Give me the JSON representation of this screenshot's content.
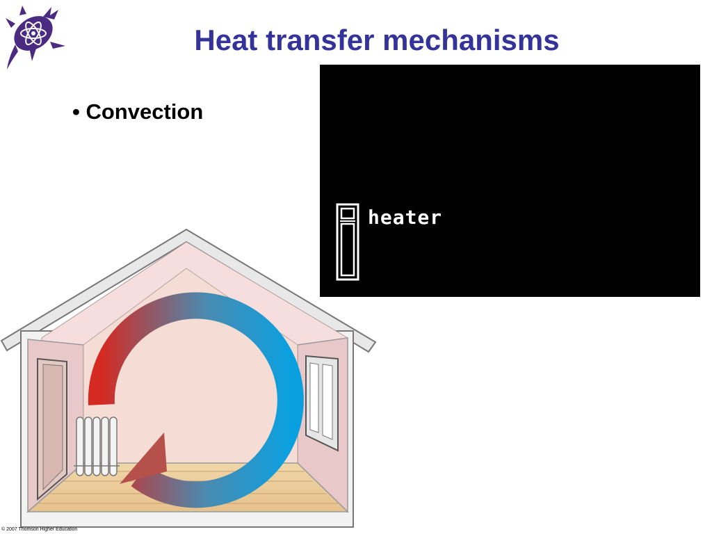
{
  "slide": {
    "title": "Heat transfer mechanisms",
    "bullet": "• Convection",
    "copyright": "© 2007 Thomson Higher Education"
  },
  "video": {
    "label": "heater",
    "icon": "heater-icon",
    "background": "#000000"
  },
  "illustration": {
    "icon": "house-convection-illustration",
    "arrow_colors": {
      "warm": "#d42a22",
      "cool": "#0aa0e0"
    }
  },
  "logo": {
    "icon": "horned-frog-atom-logo",
    "color": "#4b2a82"
  },
  "colors": {
    "title": "#33339a",
    "text": "#000000"
  }
}
